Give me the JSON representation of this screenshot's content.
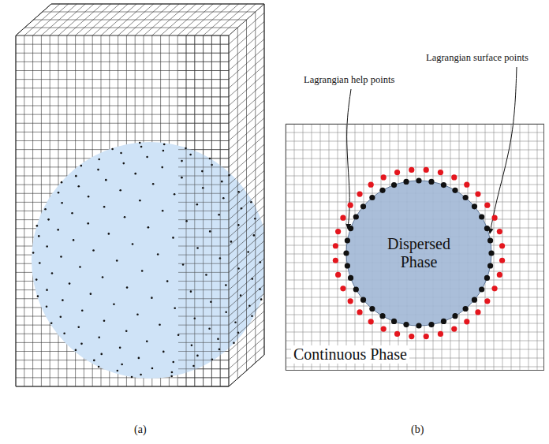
{
  "diagram": {
    "nodes": [
      {
        "text": [
          "Continuous Phase"
        ]
      },
      {
        "text": [
          "Dispersed Phase"
        ],
        "in": 0
      }
    ],
    "labels": [
      "Lagrangian help points",
      "Lagrangian surface points",
      "(a)",
      "(b)"
    ]
  }
}
